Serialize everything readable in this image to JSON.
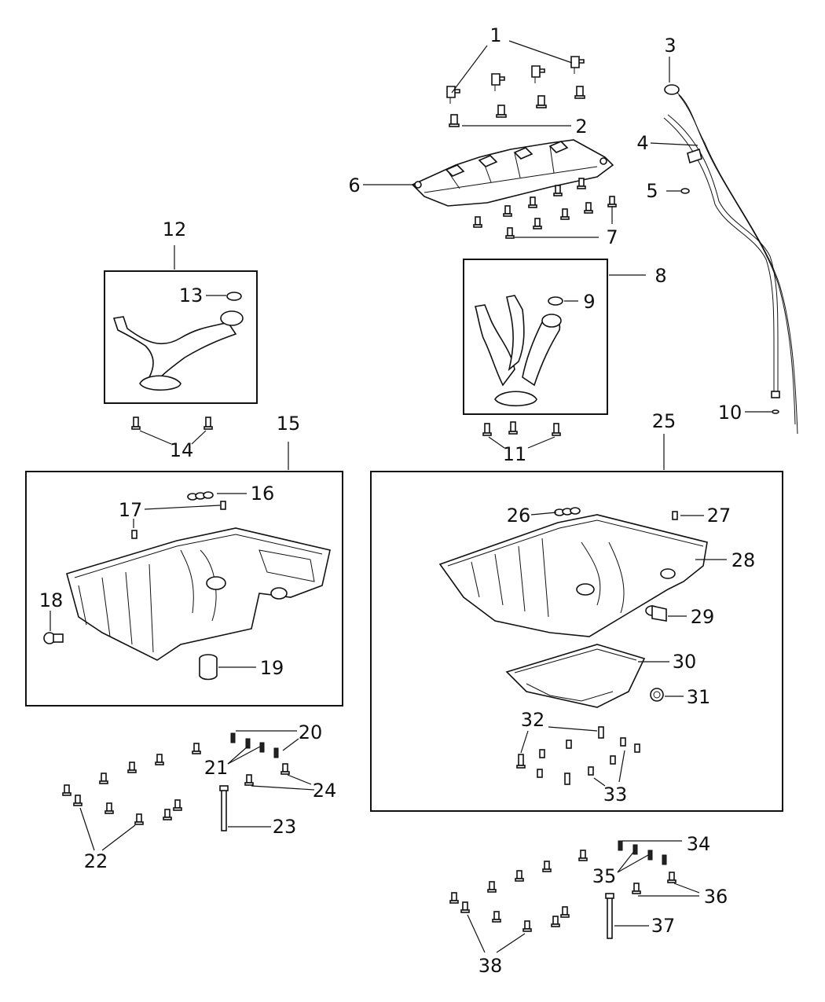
{
  "diagram": {
    "callouts": [
      {
        "id": "c1",
        "text": "1"
      },
      {
        "id": "c2",
        "text": "2"
      },
      {
        "id": "c3",
        "text": "3"
      },
      {
        "id": "c4",
        "text": "4"
      },
      {
        "id": "c5",
        "text": "5"
      },
      {
        "id": "c6",
        "text": "6"
      },
      {
        "id": "c7",
        "text": "7"
      },
      {
        "id": "c8",
        "text": "8"
      },
      {
        "id": "c9",
        "text": "9"
      },
      {
        "id": "c10",
        "text": "10"
      },
      {
        "id": "c11",
        "text": "11"
      },
      {
        "id": "c12",
        "text": "12"
      },
      {
        "id": "c13",
        "text": "13"
      },
      {
        "id": "c14",
        "text": "14"
      },
      {
        "id": "c15",
        "text": "15"
      },
      {
        "id": "c16",
        "text": "16"
      },
      {
        "id": "c17",
        "text": "17"
      },
      {
        "id": "c18",
        "text": "18"
      },
      {
        "id": "c19",
        "text": "19"
      },
      {
        "id": "c20",
        "text": "20"
      },
      {
        "id": "c21",
        "text": "21"
      },
      {
        "id": "c22",
        "text": "22"
      },
      {
        "id": "c23",
        "text": "23"
      },
      {
        "id": "c24",
        "text": "24"
      },
      {
        "id": "c25",
        "text": "25"
      },
      {
        "id": "c26",
        "text": "26"
      },
      {
        "id": "c27",
        "text": "27"
      },
      {
        "id": "c28",
        "text": "28"
      },
      {
        "id": "c29",
        "text": "29"
      },
      {
        "id": "c30",
        "text": "30"
      },
      {
        "id": "c31",
        "text": "31"
      },
      {
        "id": "c32",
        "text": "32"
      },
      {
        "id": "c33",
        "text": "33"
      },
      {
        "id": "c34",
        "text": "34"
      },
      {
        "id": "c35",
        "text": "35"
      },
      {
        "id": "c36",
        "text": "36"
      },
      {
        "id": "c37",
        "text": "37"
      },
      {
        "id": "c38",
        "text": "38"
      }
    ]
  }
}
